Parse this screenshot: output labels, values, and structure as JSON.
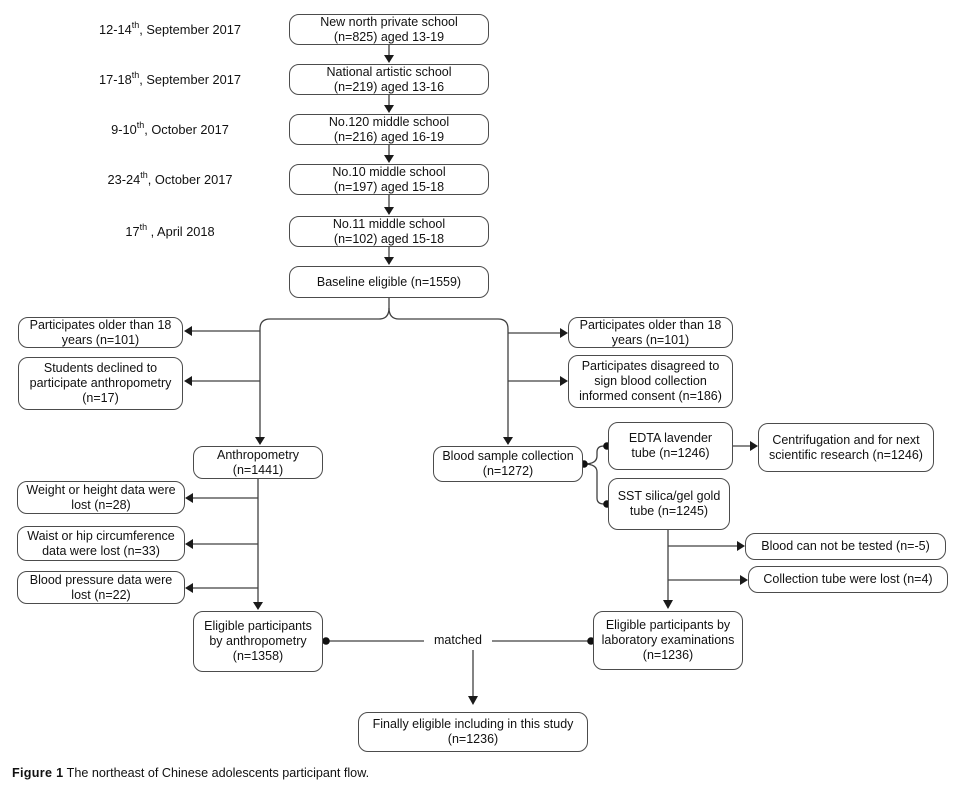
{
  "colors": {
    "box_border": "#4c4c4c",
    "line": "#404040",
    "arrow_fill": "#1a1a1a",
    "text": "#111111",
    "background": "#ffffff"
  },
  "recruitment": {
    "dates": [
      {
        "prefix": "12-14",
        "sup": "th",
        "suffix": ", September 2017"
      },
      {
        "prefix": "17-18",
        "sup": "th",
        "suffix": ", September 2017"
      },
      {
        "prefix": "9-10",
        "sup": "th",
        "suffix": ", October 2017"
      },
      {
        "prefix": "23-24",
        "sup": "th",
        "suffix": ", October 2017"
      },
      {
        "prefix": "17",
        "sup": "th",
        "suffix": " , April 2018"
      }
    ]
  },
  "boxes": {
    "school1": {
      "lines": [
        "New north private school",
        "(n=825) aged 13-19"
      ]
    },
    "school2": {
      "lines": [
        "National artistic school",
        "(n=219) aged 13-16"
      ]
    },
    "school3": {
      "lines": [
        "No.120 middle school",
        "(n=216) aged 16-19"
      ]
    },
    "school4": {
      "lines": [
        "No.10 middle school",
        "(n=197) aged 15-18"
      ]
    },
    "school5": {
      "lines": [
        "No.11 middle school",
        "(n=102) aged 15-18"
      ]
    },
    "baseline": {
      "lines": [
        "Baseline eligible (n=1559)"
      ]
    },
    "excl_older_left": {
      "lines": [
        "Participates older than 18",
        "years (n=101)"
      ]
    },
    "excl_declined": {
      "lines": [
        "Students declined to",
        "participate anthropometry",
        "(n=17)"
      ]
    },
    "excl_older_right": {
      "lines": [
        "Participates older than 18",
        "years (n=101)"
      ]
    },
    "excl_disagreed": {
      "lines": [
        "Participates disagreed to",
        "sign blood collection",
        "informed consent (n=186)"
      ]
    },
    "anthropometry": {
      "lines": [
        "Anthropometry",
        "(n=1441)"
      ]
    },
    "blood_sample": {
      "lines": [
        "Blood sample collection",
        "(n=1272)"
      ]
    },
    "edta": {
      "lines": [
        "EDTA lavender",
        "tube (n=1246)"
      ]
    },
    "sst": {
      "lines": [
        "SST silica/gel gold",
        "tube (n=1245)"
      ]
    },
    "centrifugation": {
      "lines": [
        "Centrifugation and for next",
        "scientific research (n=1246)"
      ]
    },
    "weight_lost": {
      "lines": [
        "Weight or height data were",
        "lost (n=28)"
      ]
    },
    "waist_lost": {
      "lines": [
        "Waist or hip circumference",
        "data were lost (n=33)"
      ]
    },
    "bp_lost": {
      "lines": [
        "Blood pressure data were",
        "lost (n=22)"
      ]
    },
    "blood_not_tested": {
      "lines": [
        "Blood can not be tested (n=-5)"
      ]
    },
    "tube_lost": {
      "lines": [
        "Collection tube were lost (n=4)"
      ]
    },
    "eligible_anthro": {
      "lines": [
        "Eligible participants",
        "by anthropometry",
        "(n=1358)"
      ]
    },
    "eligible_lab": {
      "lines": [
        "Eligible participants by",
        "laboratory examinations",
        "(n=1236)"
      ]
    },
    "finally_eligible": {
      "lines": [
        "Finally eligible including in this study",
        "(n=1236)"
      ]
    }
  },
  "connectors": {
    "matched_label": "matched"
  },
  "caption": {
    "label": "Figure 1",
    "text": " The northeast of Chinese adolescents participant flow."
  }
}
